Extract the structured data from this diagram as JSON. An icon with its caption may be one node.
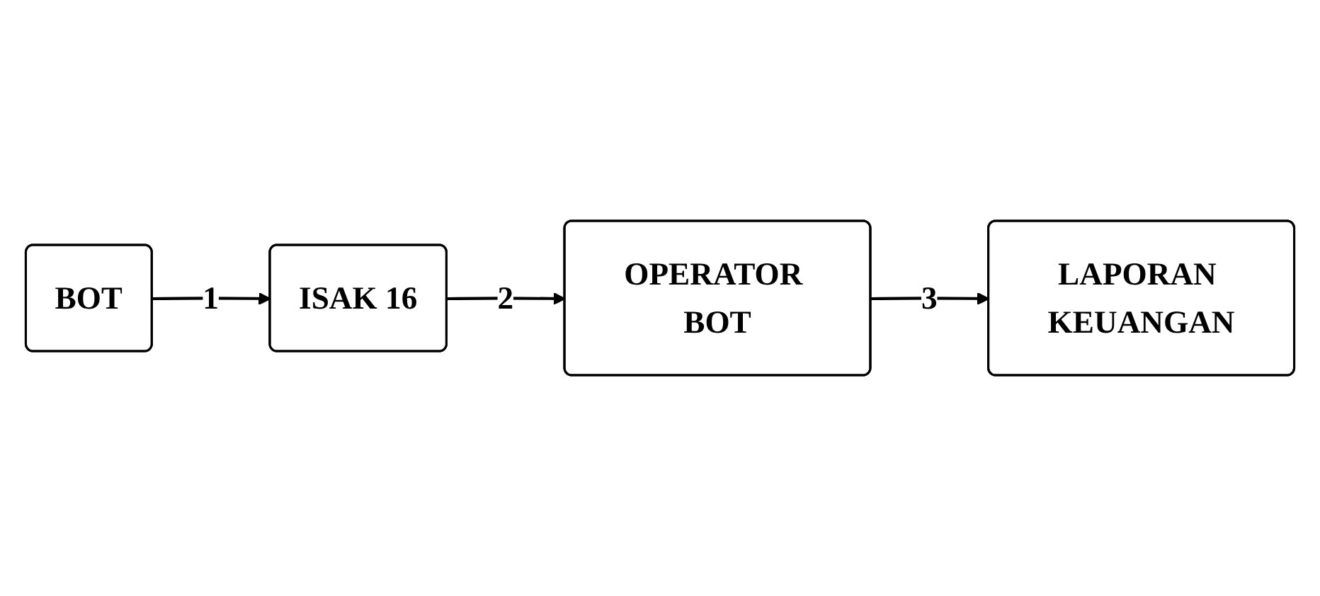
{
  "diagram": {
    "nodes": [
      {
        "text": [
          "ISAK 16"
        ]
      },
      {
        "text": [
          "OPERATOR BOT"
        ]
      },
      {
        "text": [
          "LAPORAN KEUANGAN"
        ]
      },
      {
        "text": [
          "BOT"
        ]
      }
    ],
    "edges": [
      {
        "from": 3,
        "to": 0,
        "arrow": "to",
        "label": "1"
      },
      {
        "from": 0,
        "to": 1,
        "arrow": "to",
        "label": "2"
      },
      {
        "from": 1,
        "to": 2,
        "arrow": "to",
        "label": "3"
      }
    ]
  }
}
